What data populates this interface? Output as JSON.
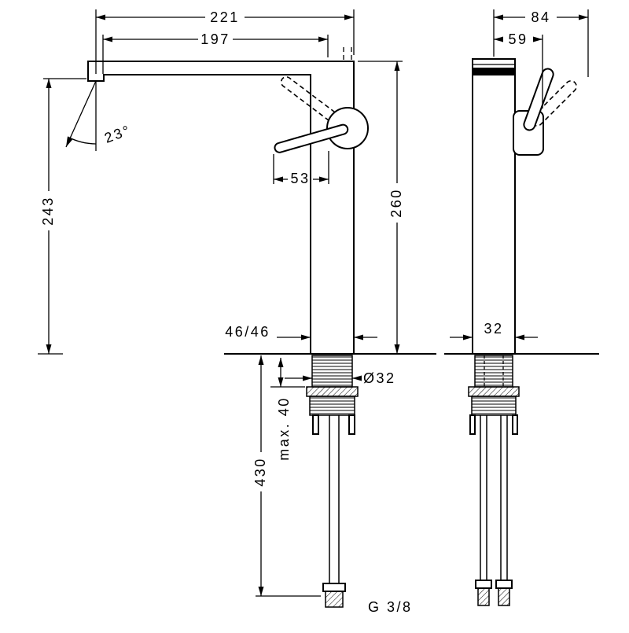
{
  "front": {
    "overall_reach": "221",
    "spout_reach": "197",
    "spray_angle": "23°",
    "outlet_height": "243",
    "total_height": "260",
    "handle_length": "53",
    "base_square": "46/46",
    "shank_diameter": "Ø32",
    "max_mounting_thickness": "max. 40",
    "hose_length": "430",
    "connection_thread": "G 3/8"
  },
  "side": {
    "overall_depth": "84",
    "body_depth": "59",
    "base_depth": "32"
  },
  "style": {
    "line_color": "#000000",
    "background": "#ffffff"
  }
}
